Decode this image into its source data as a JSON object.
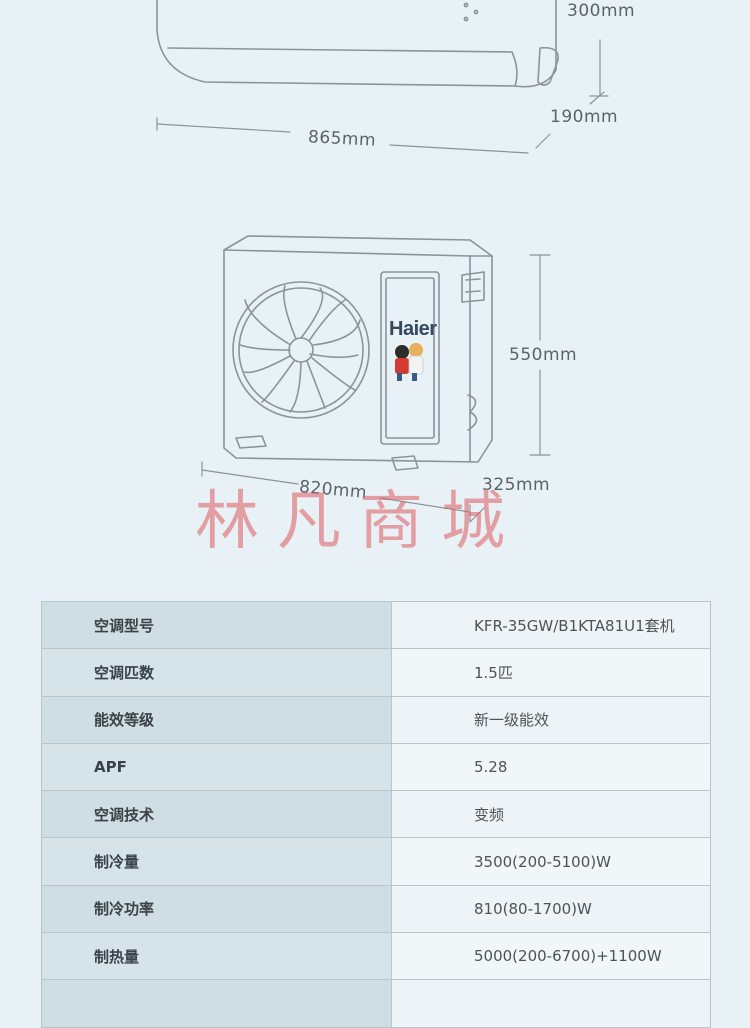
{
  "dimensions": {
    "indoor": {
      "height": "300mm",
      "depth": "190mm",
      "width": "865mm"
    },
    "outdoor": {
      "height": "550mm",
      "width": "820mm",
      "depth": "325mm"
    }
  },
  "brand": "Haier",
  "watermark": "林凡商城",
  "specs": [
    {
      "label": "空调型号",
      "value": "KFR-35GW/B1KTA81U1套机"
    },
    {
      "label": "空调匹数",
      "value": "1.5匹"
    },
    {
      "label": "能效等级",
      "value": "新一级能效"
    },
    {
      "label": "APF",
      "value": "5.28"
    },
    {
      "label": "空调技术",
      "value": "变频"
    },
    {
      "label": "制冷量",
      "value": "3500(200-5100)W"
    },
    {
      "label": "制冷功率",
      "value": "810(80-1700)W"
    },
    {
      "label": "制热量",
      "value": "5000(200-6700)+1100W"
    },
    {
      "label": "",
      "value": ""
    }
  ],
  "colors": {
    "line": "#8a9499",
    "key_bg": "#cfdde4",
    "value_bg": "#edf3f6",
    "watermark": "#dc5a5f"
  }
}
